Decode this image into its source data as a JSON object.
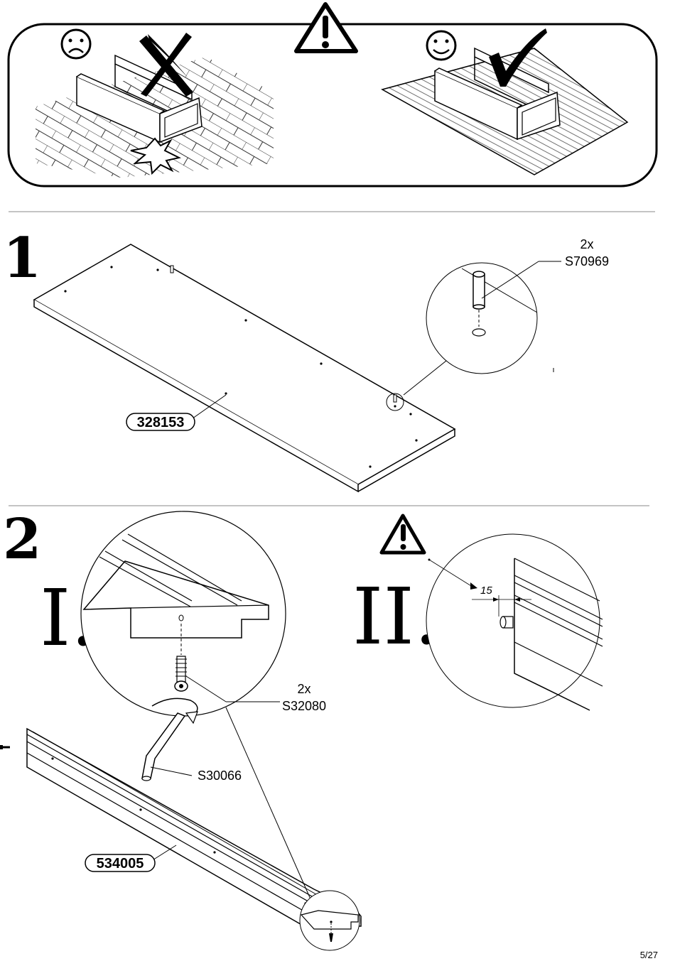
{
  "step1": {
    "number": "1",
    "part_code": "328153",
    "dowel_qty": "2x",
    "dowel_code": "S70969"
  },
  "step2": {
    "number": "2",
    "sub_i": "I.",
    "sub_ii": "II.",
    "screw_qty": "2x",
    "screw_code": "S32080",
    "tool_code": "S30066",
    "part_code": "534005",
    "measurement": "15"
  },
  "page_number": "5/27"
}
